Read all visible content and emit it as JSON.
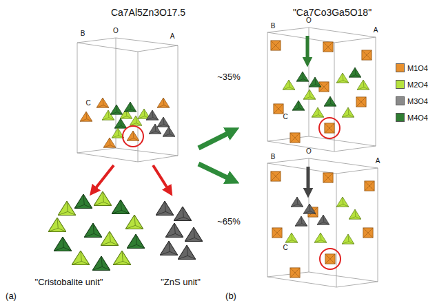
{
  "diagram": {
    "labels": [
      "Ca7Al5Zn3O17.5",
      "B",
      "O",
      "A",
      "C",
      "\"Cristobalite unit\"",
      "\"ZnS unit\"",
      "(a)",
      "\"Ca7Co3Ga5O18\"",
      "B",
      "O",
      "A",
      "C",
      "~35%",
      "B",
      "O",
      "A",
      "C",
      "~65%",
      "(b)"
    ],
    "legend": [
      {
        "text": "M1O4",
        "color": "#e8902e"
      },
      {
        "text": "M2O4",
        "color": "#b6e23e"
      },
      {
        "text": "M3O4",
        "color": "#8a8a8a"
      },
      {
        "text": "M4O4",
        "color": "#2f7d32"
      }
    ]
  }
}
